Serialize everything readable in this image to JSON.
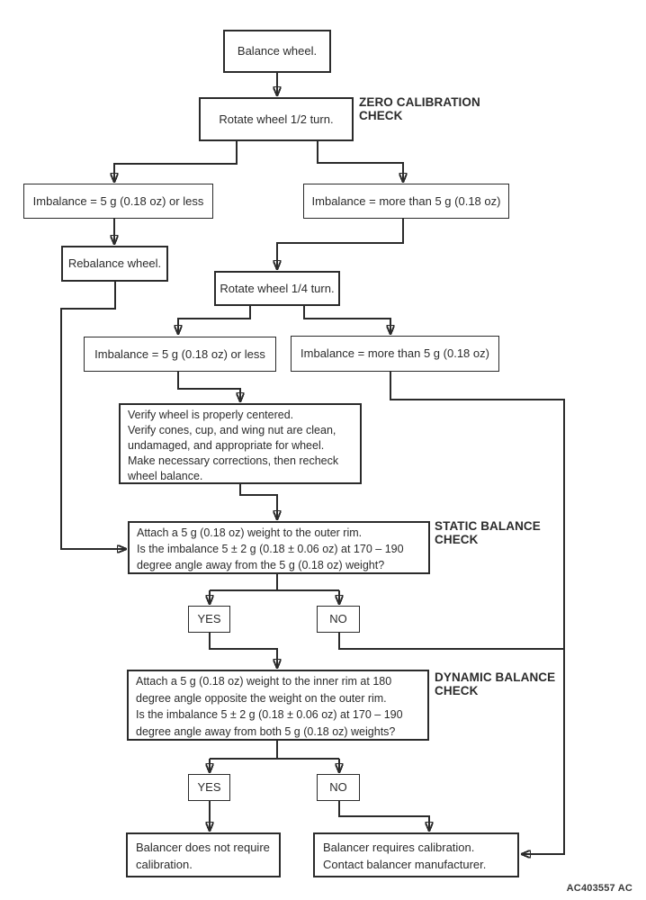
{
  "page": {
    "background": "#ffffff",
    "line_color": "#2b2b2b",
    "footer_code": "AC403557 AC"
  },
  "sections": {
    "zero_calibration": [
      "ZERO CALIBRATION",
      "CHECK"
    ],
    "static_balance": [
      "STATIC BALANCE",
      "CHECK"
    ],
    "dynamic_balance": [
      "DYNAMIC BALANCE",
      "CHECK"
    ]
  },
  "nodes": {
    "balance_wheel": "Balance wheel.",
    "rotate_half": "Rotate wheel 1/2 turn.",
    "imbalance_less_1": "Imbalance = 5 g (0.18 oz) or less",
    "imbalance_more_1": "Imbalance = more than 5 g (0.18 oz)",
    "rebalance_wheel": "Rebalance wheel.",
    "rotate_quarter": "Rotate wheel 1/4 turn.",
    "imbalance_less_2": "Imbalance = 5 g (0.18 oz) or less",
    "imbalance_more_2": "Imbalance = more than 5 g (0.18 oz)",
    "verify_wheel": [
      "Verify wheel is properly centered.",
      "Verify cones, cup, and wing nut are clean,",
      "undamaged, and appropriate for wheel.",
      "Make necessary corrections, then recheck",
      "wheel balance."
    ],
    "static_check": [
      "Attach a 5 g (0.18 oz) weight to the outer rim.",
      "Is the imbalance 5 ± 2 g (0.18 ± 0.06 oz) at 170 – 190",
      "degree angle away from the 5 g (0.18 oz) weight?"
    ],
    "yes_static": "YES",
    "no_static": "NO",
    "dynamic_check": [
      "Attach a 5 g (0.18 oz) weight to the inner rim at 180",
      "degree angle opposite the weight on the outer rim.",
      "Is the imbalance 5 ± 2 g (0.18 ± 0.06 oz) at 170 – 190",
      "degree angle away from both 5 g (0.18 oz) weights?"
    ],
    "yes_dynamic": "YES",
    "no_dynamic": "NO",
    "no_calibration_needed": [
      "Balancer does not require",
      "calibration."
    ],
    "requires_calibration": [
      "Balancer requires calibration.",
      "Contact balancer manufacturer."
    ]
  }
}
